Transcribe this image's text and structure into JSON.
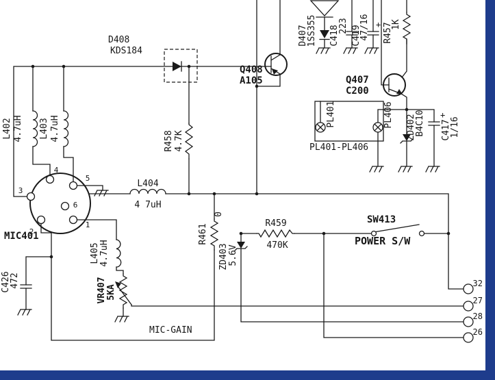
{
  "colors": {
    "edge_blue": "#1e3c8c",
    "ink": "#1a1a1a",
    "background": "#ffffff"
  },
  "components": {
    "d408": {
      "ref": "D408",
      "value": "KDS184"
    },
    "q408": {
      "ref": "Q408",
      "value": "A105"
    },
    "d407": {
      "ref": "D407",
      "value": "1SS355"
    },
    "c418": {
      "ref": "C418",
      "value": "223"
    },
    "c419": {
      "ref": "C419",
      "value": "47/16",
      "polarity": "+"
    },
    "r457": {
      "ref": "R457",
      "value": "1K"
    },
    "q407": {
      "ref": "Q407",
      "value": "C200"
    },
    "pl401": {
      "ref": "PL401"
    },
    "pl406": {
      "ref": "PL406"
    },
    "pl_group_label": "PL401-PL406",
    "zd402": {
      "ref": "ZD402",
      "value": "B4C10"
    },
    "c417": {
      "ref": "C417",
      "value": "1/16",
      "polarity": "+"
    },
    "l402": {
      "ref": "L402",
      "value": "4.7uH"
    },
    "l403": {
      "ref": "L403",
      "value": "4.7uH"
    },
    "l404": {
      "ref": "L404",
      "value": "4 7uH"
    },
    "l405": {
      "ref": "L405",
      "value": "4.7uH"
    },
    "r458": {
      "ref": "R458",
      "value": "4.7K"
    },
    "r459": {
      "ref": "R459",
      "value": "470K"
    },
    "r461": {
      "ref": "R461",
      "value": "0"
    },
    "zd403": {
      "ref": "ZD403",
      "value": "5.6V"
    },
    "c426": {
      "ref": "C426",
      "value": "472"
    },
    "vr407": {
      "ref": "VR407",
      "value": "5KA"
    },
    "sw413": {
      "ref": "SW413",
      "label": "POWER S/W"
    },
    "mic401": {
      "ref": "MIC401",
      "pins": [
        "1",
        "2",
        "3",
        "4",
        "5",
        "6"
      ]
    }
  },
  "annotations": {
    "mic_gain": "MIC-GAIN"
  },
  "edge_pins": [
    "32",
    "27",
    "28",
    "26"
  ]
}
